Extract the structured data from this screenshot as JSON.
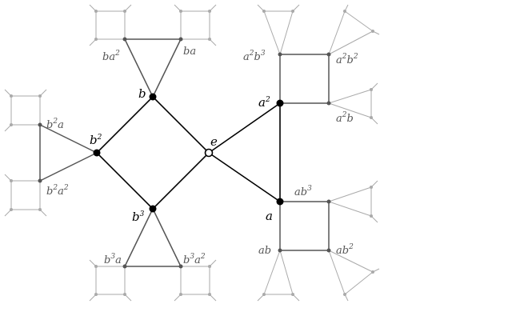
{
  "figure": {
    "colors": {
      "main": "#000000",
      "mid": "#555555",
      "faint": "#aaaaaa",
      "vertex_open_fill": "#ffffff"
    },
    "vertices": [
      {
        "id": "e",
        "label": "e",
        "style": "open"
      },
      {
        "id": "a",
        "label": "a",
        "style": "main"
      },
      {
        "id": "a2",
        "label": "a",
        "sup": "2",
        "style": "main"
      },
      {
        "id": "b",
        "label": "b",
        "style": "main"
      },
      {
        "id": "b2",
        "label": "b",
        "sup": "2",
        "style": "main"
      },
      {
        "id": "b3",
        "label": "b",
        "sup": "3",
        "style": "main"
      },
      {
        "id": "ba",
        "label": "ba",
        "style": "mid"
      },
      {
        "id": "ba2",
        "label": "ba",
        "sup": "2",
        "style": "mid"
      },
      {
        "id": "b2a",
        "label": "b",
        "sup": "2",
        "tail": "a",
        "style": "mid"
      },
      {
        "id": "b2a2",
        "label": "b",
        "sup": "2",
        "tail": "a",
        "tailsup": "2",
        "style": "mid"
      },
      {
        "id": "b3a",
        "label": "b",
        "sup": "3",
        "tail": "a",
        "style": "mid"
      },
      {
        "id": "b3a2",
        "label": "b",
        "sup": "3",
        "tail": "a",
        "tailsup": "2",
        "style": "mid"
      },
      {
        "id": "a2b3",
        "label": "a",
        "sup": "2",
        "tail": "b",
        "tailsup": "3",
        "style": "mid"
      },
      {
        "id": "a2b2",
        "label": "a",
        "sup": "2",
        "tail": "b",
        "tailsup": "2",
        "style": "mid"
      },
      {
        "id": "a2b",
        "label": "a",
        "sup": "2",
        "tail": "b",
        "style": "mid"
      },
      {
        "id": "ab3",
        "label": "ab",
        "sup": "3",
        "style": "mid"
      },
      {
        "id": "ab",
        "label": "ab",
        "style": "mid"
      },
      {
        "id": "ab2",
        "label": "ab",
        "sup": "2",
        "style": "mid"
      }
    ],
    "main_edges": [
      [
        "e",
        "b"
      ],
      [
        "e",
        "b3"
      ],
      [
        "b",
        "b2"
      ],
      [
        "b2",
        "b3"
      ],
      [
        "e",
        "a2"
      ],
      [
        "e",
        "a"
      ],
      [
        "a",
        "a2"
      ]
    ],
    "mid_edges": [
      [
        "b",
        "ba"
      ],
      [
        "b",
        "ba2"
      ],
      [
        "ba",
        "ba2"
      ],
      [
        "b2",
        "b2a"
      ],
      [
        "b2",
        "b2a2"
      ],
      [
        "b2a",
        "b2a2"
      ],
      [
        "b3",
        "b3a"
      ],
      [
        "b3",
        "b3a2"
      ],
      [
        "b3a",
        "b3a2"
      ],
      [
        "a2",
        "a2b"
      ],
      [
        "a2",
        "a2b3"
      ],
      [
        "a2b3",
        "a2b2"
      ],
      [
        "a2b2",
        "a2b"
      ],
      [
        "a",
        "ab3"
      ],
      [
        "a",
        "ab"
      ],
      [
        "ab3",
        "ab2"
      ],
      [
        "ab2",
        "ab"
      ]
    ]
  }
}
